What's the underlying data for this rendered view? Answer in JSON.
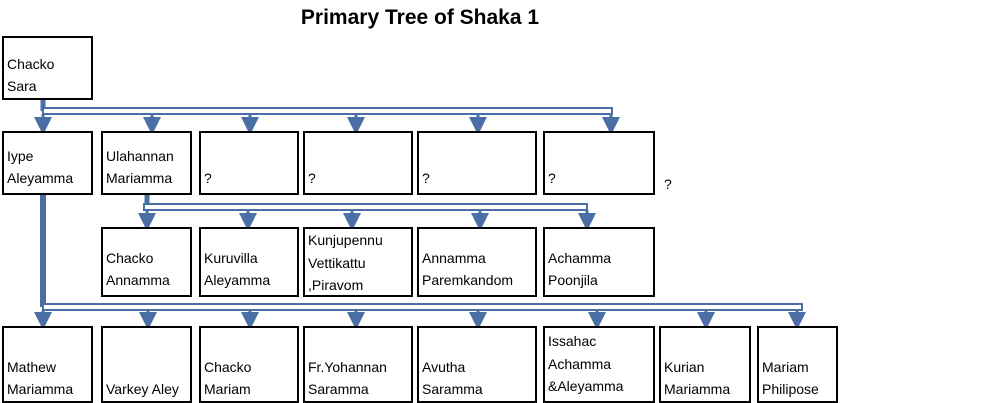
{
  "title": "Primary Tree of Shaka 1",
  "connector_color": "#4A6FA5",
  "root": {
    "lines": [
      "Chacko",
      "Sara"
    ]
  },
  "gen2": [
    {
      "lines": [
        "Iype",
        "Aleyamma"
      ]
    },
    {
      "lines": [
        "Ulahannan",
        "Mariamma"
      ]
    },
    {
      "lines": [
        "?"
      ]
    },
    {
      "lines": [
        "?"
      ]
    },
    {
      "lines": [
        "?"
      ]
    },
    {
      "lines": [
        "?"
      ]
    }
  ],
  "gen2_extra": "?",
  "gen3_ulahannan": [
    {
      "lines": [
        "Chacko",
        "Annamma"
      ]
    },
    {
      "lines": [
        "Kuruvilla",
        "Aleyamma"
      ]
    },
    {
      "lines": [
        "Kunjupennu",
        "Vettikattu",
        ",Piravom"
      ]
    },
    {
      "lines": [
        "Annamma",
        "Paremkandom"
      ]
    },
    {
      "lines": [
        "Achamma",
        "Poonjila"
      ]
    }
  ],
  "gen3_iype": [
    {
      "lines": [
        "Mathew",
        "Mariamma"
      ]
    },
    {
      "lines": [
        "Varkey Aley"
      ]
    },
    {
      "lines": [
        "Chacko",
        "Mariam"
      ]
    },
    {
      "lines": [
        "Fr.Yohannan",
        "Saramma"
      ]
    },
    {
      "lines": [
        "Avutha",
        "Saramma"
      ]
    },
    {
      "lines": [
        "Issahac",
        "Achamma",
        "&Aleyamma"
      ]
    },
    {
      "lines": [
        "Kurian",
        "Mariamma"
      ]
    },
    {
      "lines": [
        "Mariam",
        "Philipose"
      ]
    }
  ]
}
